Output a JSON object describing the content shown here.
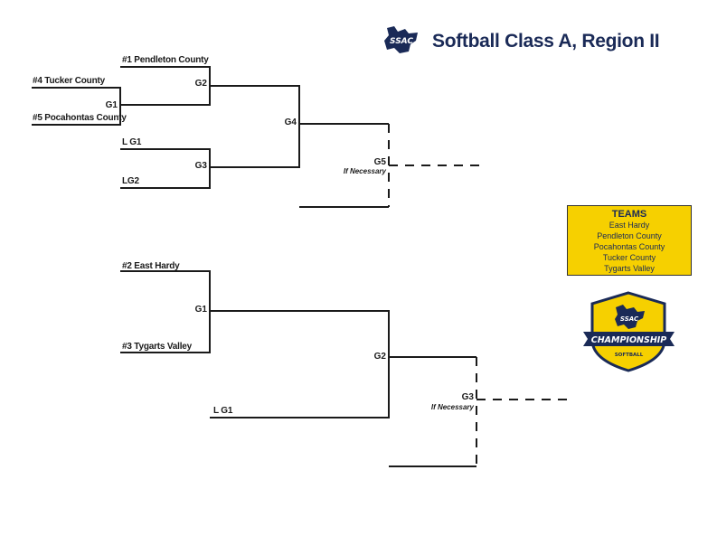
{
  "header": {
    "title": "Softball Class A, Region II",
    "logo_text": "SSAC"
  },
  "upper_bracket": {
    "seeds": {
      "pendleton": "#1 Pendleton County",
      "tucker": "#4 Tucker County",
      "pocahontas": "#5 Pocahontas County",
      "loser_g1": "L G1",
      "loser_g2": "LG2"
    },
    "games": {
      "g1": "G1",
      "g2": "G2",
      "g3": "G3",
      "g4": "G4",
      "g5": "G5",
      "g5_note": "If Necessary"
    }
  },
  "lower_bracket": {
    "seeds": {
      "east_hardy": "#2 East Hardy",
      "tygarts": "#3 Tygarts Valley",
      "loser_g1": "L G1"
    },
    "games": {
      "g1": "G1",
      "g2": "G2",
      "g3": "G3",
      "g3_note": "If Necessary"
    }
  },
  "teams_box": {
    "title": "TEAMS",
    "items": [
      "East Hardy",
      "Pendleton County",
      "Pocahontas County",
      "Tucker County",
      "Tygarts Valley"
    ]
  },
  "badge": {
    "logo_text": "SSAC",
    "banner": "CHAMPIONSHIP",
    "sport": "SOFTBALL",
    "colors": {
      "navy": "#1a2a57",
      "gold": "#f6d000"
    }
  }
}
